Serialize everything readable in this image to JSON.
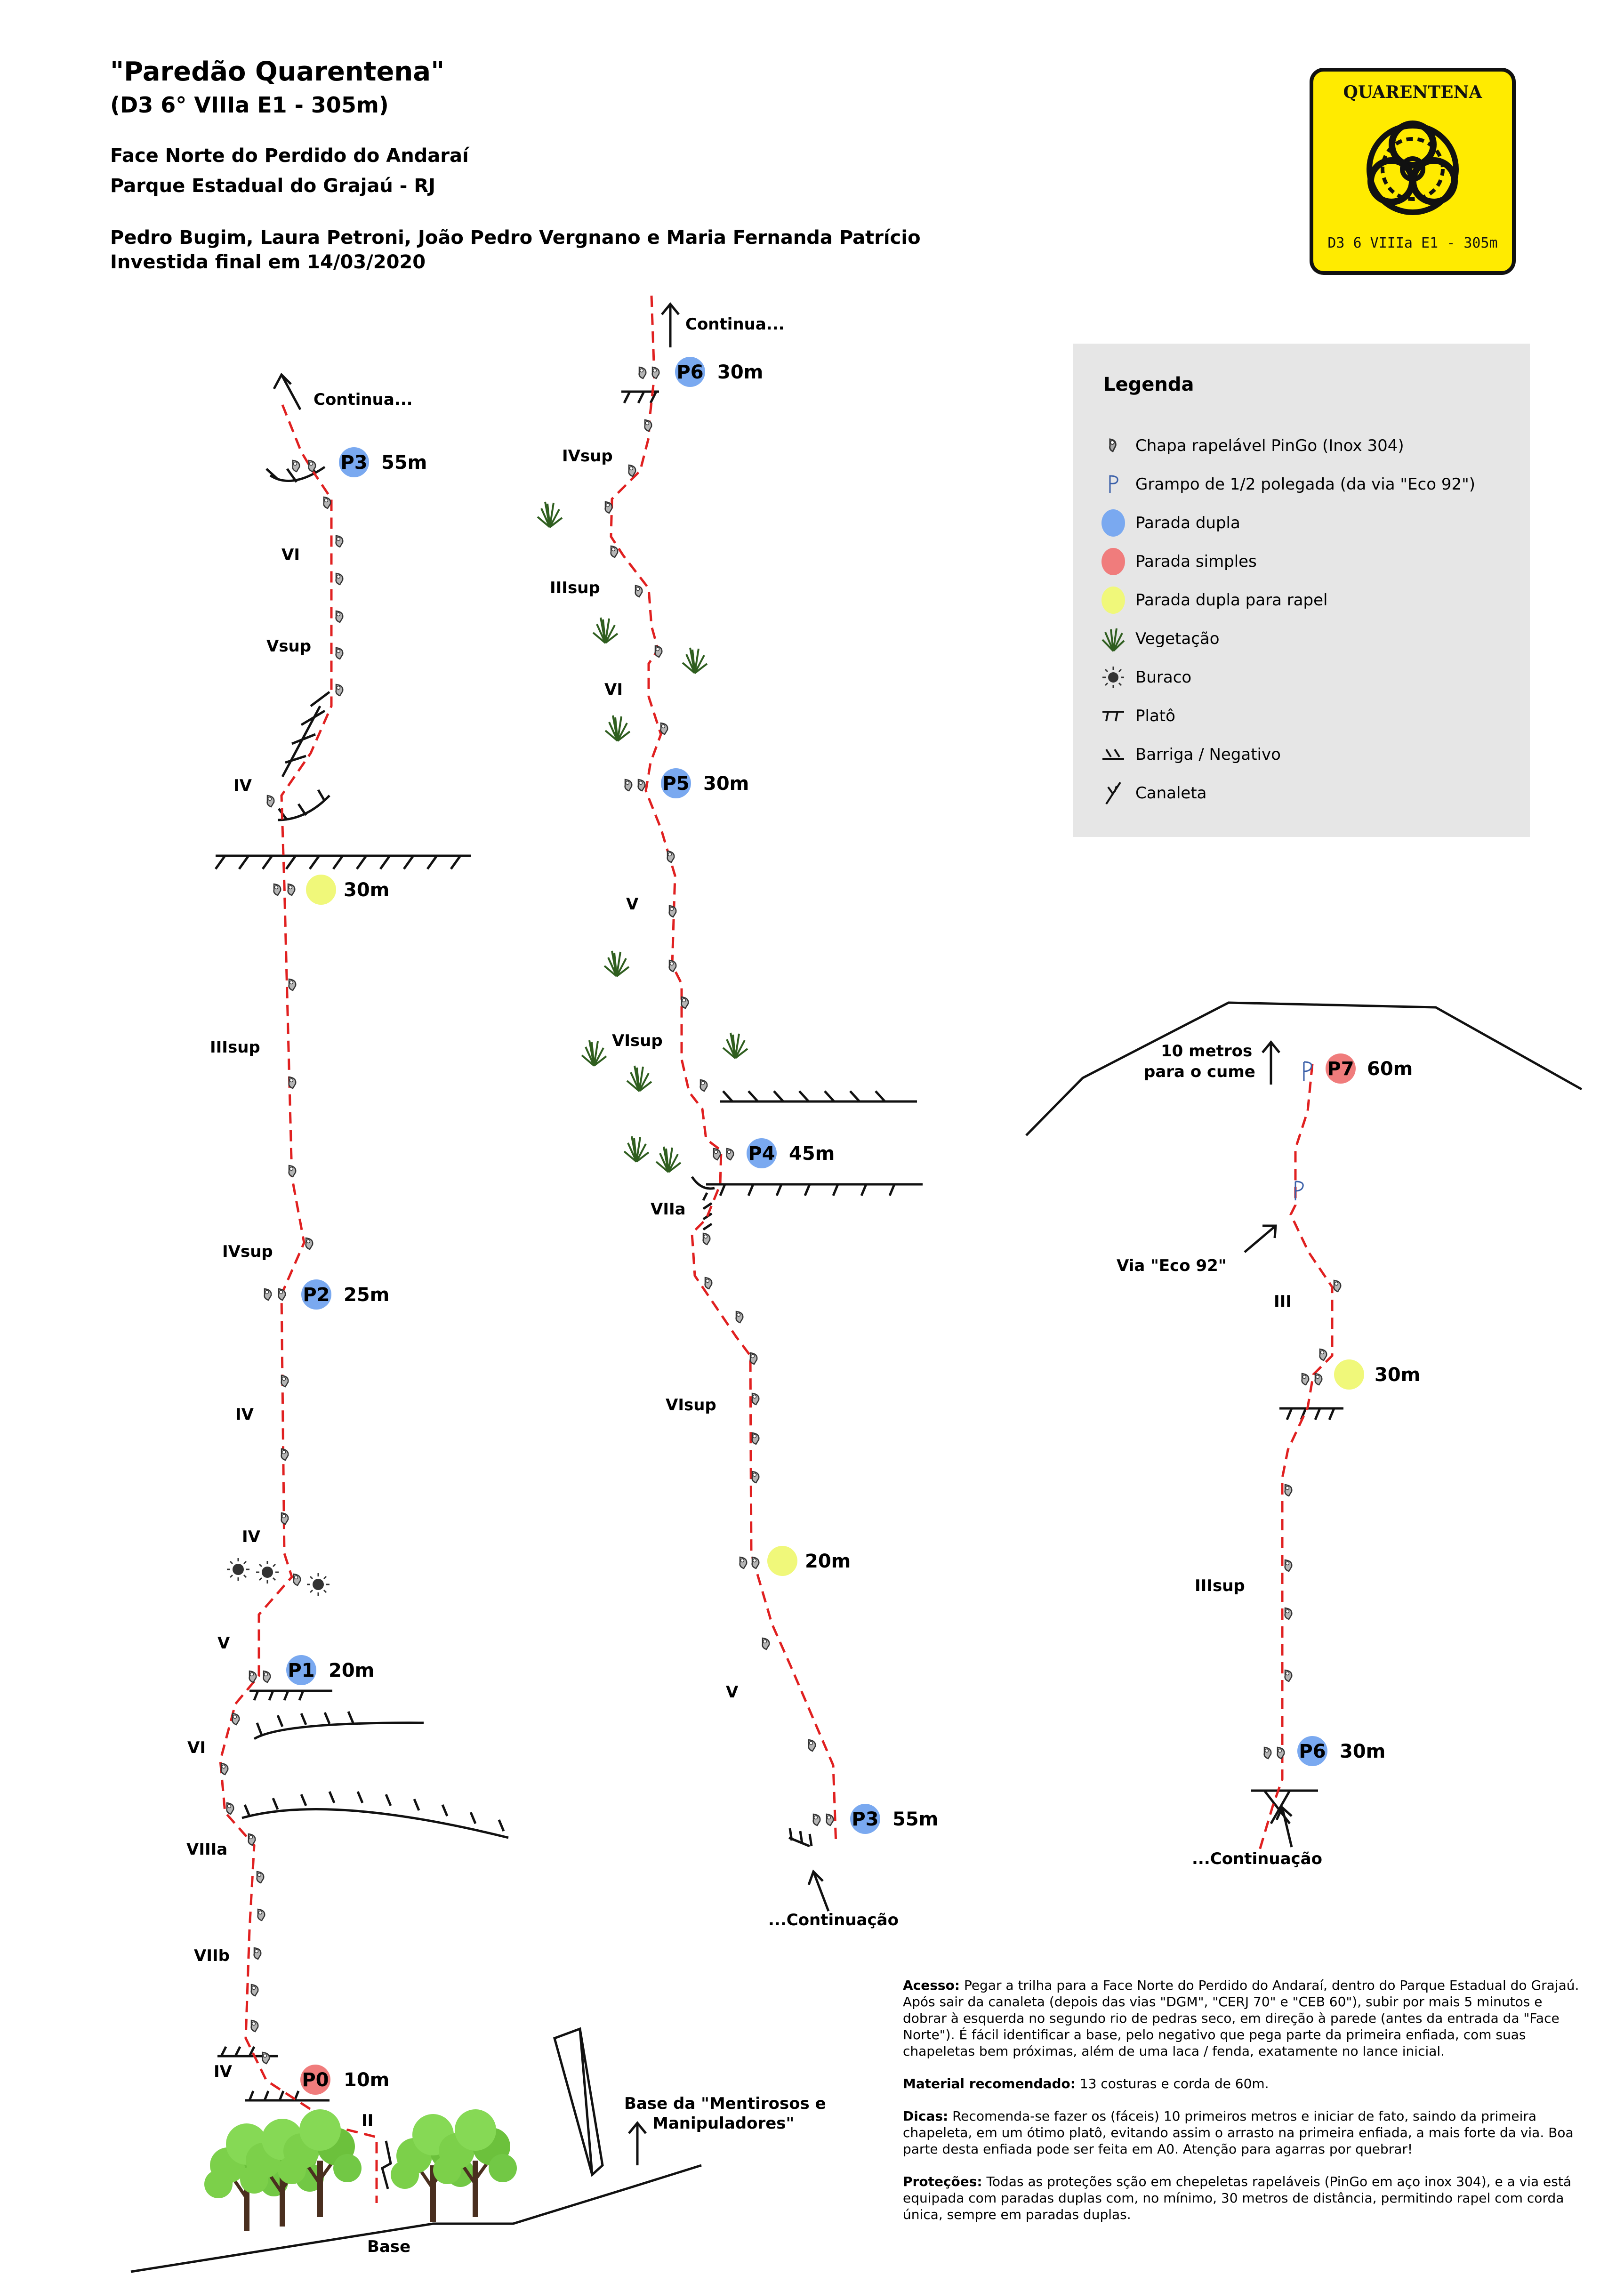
{
  "header": {
    "title": "\"Paredão Quarentena\"",
    "grade": "(D3 6° VIIIa E1 - 305m)",
    "location_1": "Face Norte do Perdido do Andaraí",
    "location_2": "Parque Estadual do Grajaú - RJ",
    "authors": "Pedro Bugim, Laura Petroni, João Pedro Vergnano e Maria Fernanda Patrício",
    "date": "Investida final em 14/03/2020"
  },
  "logo": {
    "title": "QUARENTENA",
    "subtitle": "D3 6 VIIIa E1 - 305m",
    "background": "#ffeb00"
  },
  "legend": {
    "title": "Legenda",
    "items": [
      {
        "icon": "bolt-hanger-icon",
        "label": "Chapa rapelável PinGo (Inox 304)"
      },
      {
        "icon": "piton-icon",
        "label": "Grampo de 1/2 polegada (da via \"Eco 92\")"
      },
      {
        "icon": "double-anchor-dot",
        "label": "Parada dupla"
      },
      {
        "icon": "single-anchor-dot",
        "label": "Parada simples"
      },
      {
        "icon": "rappel-anchor-dot",
        "label": "Parada dupla para rapel"
      },
      {
        "icon": "vegetation-icon",
        "label": "Vegetação"
      },
      {
        "icon": "hole-icon",
        "label": "Buraco"
      },
      {
        "icon": "ledge-icon",
        "label": "Platô"
      },
      {
        "icon": "overhang-icon",
        "label": "Barriga / Negativo"
      },
      {
        "icon": "gully-icon",
        "label": "Canaleta"
      }
    ],
    "colors": {
      "double": "#7aa9f0",
      "single": "#f07c7c",
      "rappel": "#f0f87a"
    }
  },
  "topo": {
    "col1": {
      "continue_label": "Continua...",
      "grades": [
        "VI",
        "Vsup",
        "IV",
        "IIIsup",
        "IVsup",
        "IV",
        "IV",
        "V",
        "VI",
        "VIIIa",
        "VIIb",
        "IV",
        "II"
      ],
      "stops": [
        {
          "label": "P3",
          "dist": "55m"
        },
        {
          "label": "",
          "dist": "30m"
        },
        {
          "label": "P2",
          "dist": "25m"
        },
        {
          "label": "P1",
          "dist": "20m"
        },
        {
          "label": "P0",
          "dist": "10m"
        }
      ],
      "base_label": "Base",
      "neighbor_base_label_1": "Base da \"Mentirosos e",
      "neighbor_base_label_2": "Manipuladores\""
    },
    "col2": {
      "continue_label": "Continua...",
      "grades": [
        "IVsup",
        "IIIsup",
        "VI",
        "V",
        "VIsup",
        "VIIa",
        "VIsup",
        "V"
      ],
      "stops": [
        {
          "label": "P6",
          "dist": "30m"
        },
        {
          "label": "P5",
          "dist": "30m"
        },
        {
          "label": "P4",
          "dist": "45m"
        },
        {
          "label": "",
          "dist": "20m"
        },
        {
          "label": "P3",
          "dist": "55m"
        }
      ],
      "continuation_label": "...Continuação"
    },
    "col3": {
      "summit_note_1": "10 metros",
      "summit_note_2": "para o cume",
      "eco_label": "Via \"Eco 92\"",
      "grades": [
        "III",
        "IIIsup"
      ],
      "stops": [
        {
          "label": "P7",
          "dist": "60m"
        },
        {
          "label": "",
          "dist": "30m"
        },
        {
          "label": "P6",
          "dist": "30m"
        }
      ],
      "continuation_label": "...Continuação"
    }
  },
  "info": {
    "access_title": "Acesso:",
    "access_text": "Pegar a trilha para a Face Norte do Perdido do Andaraí, dentro do Parque Estadual do Grajaú. Após sair da canaleta (depois das vias \"DGM\", \"CERJ 70\" e \"CEB 60\"), subir por mais 5 minutos e dobrar à esquerda no segundo rio de pedras seco, em direção à parede (antes da entrada da \"Face Norte\"). É fácil identificar a base, pelo negativo que pega parte da primeira enfiada, com suas chapeletas bem próximas, além de uma laca / fenda, exatamente no lance inicial.",
    "material_title": "Material recomendado:",
    "material_text": "13 costuras e corda de 60m.",
    "tips_title": "Dicas:",
    "tips_text": "Recomenda-se fazer os (fáceis) 10 primeiros metros e iniciar de fato, saindo da primeira chapeleta, em um ótimo platô, evitando assim o arrasto na primeira enfiada, a mais forte da via. Boa parte desta enfiada pode ser feita em A0. Atenção para agarras por quebrar!",
    "protections_title": "Proteções:",
    "protections_text": "Todas as proteções sção em chepeletas rapeláveis (PinGo em aço inox 304), e a via está equipada com paradas duplas com, no mínimo, 30 metros de distância, permitindo rapel com corda única, sempre em paradas duplas."
  }
}
